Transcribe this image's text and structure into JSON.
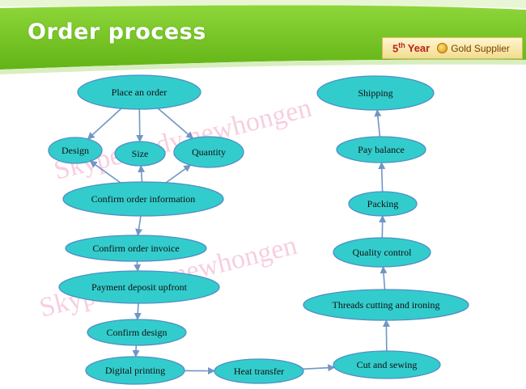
{
  "header": {
    "title": "Order process",
    "badge_year_number": "5",
    "badge_year_suffix": "th",
    "badge_year_word": "Year",
    "badge_supplier": "Gold Supplier"
  },
  "colors": {
    "node_fill": "#33cccc",
    "node_stroke": "#4f8fc7",
    "arrow": "#7096c4",
    "banner_green": "#6cc21c",
    "watermark": "#f0a6c8"
  },
  "watermarks": [
    "Skype: judy.newhongen",
    "Skype: judy.newhongen"
  ],
  "nodes": [
    {
      "id": "place-order",
      "label": "Place an order"
    },
    {
      "id": "design",
      "label": "Design"
    },
    {
      "id": "size",
      "label": "Size"
    },
    {
      "id": "quantity",
      "label": "Quantity"
    },
    {
      "id": "confirm-info",
      "label": "Confirm order information"
    },
    {
      "id": "confirm-invoice",
      "label": "Confirm order invoice"
    },
    {
      "id": "payment-deposit",
      "label": "Payment deposit upfront"
    },
    {
      "id": "confirm-design",
      "label": "Confirm design"
    },
    {
      "id": "digital-printing",
      "label": "Digital printing"
    },
    {
      "id": "heat-transfer",
      "label": "Heat transfer"
    },
    {
      "id": "cut-sewing",
      "label": "Cut and sewing"
    },
    {
      "id": "threads-cutting",
      "label": "Threads cutting and ironing"
    },
    {
      "id": "quality-control",
      "label": "Quality control"
    },
    {
      "id": "packing",
      "label": "Packing"
    },
    {
      "id": "pay-balance",
      "label": "Pay balance"
    },
    {
      "id": "shipping",
      "label": "Shipping"
    }
  ],
  "edges": [
    [
      "place-order",
      "design"
    ],
    [
      "place-order",
      "size"
    ],
    [
      "place-order",
      "quantity"
    ],
    [
      "confirm-info",
      "design"
    ],
    [
      "confirm-info",
      "size"
    ],
    [
      "confirm-info",
      "quantity"
    ],
    [
      "confirm-info",
      "confirm-invoice"
    ],
    [
      "confirm-invoice",
      "payment-deposit"
    ],
    [
      "payment-deposit",
      "confirm-design"
    ],
    [
      "confirm-design",
      "digital-printing"
    ],
    [
      "digital-printing",
      "heat-transfer"
    ],
    [
      "heat-transfer",
      "cut-sewing"
    ],
    [
      "cut-sewing",
      "threads-cutting"
    ],
    [
      "threads-cutting",
      "quality-control"
    ],
    [
      "quality-control",
      "packing"
    ],
    [
      "packing",
      "pay-balance"
    ],
    [
      "pay-balance",
      "shipping"
    ]
  ]
}
